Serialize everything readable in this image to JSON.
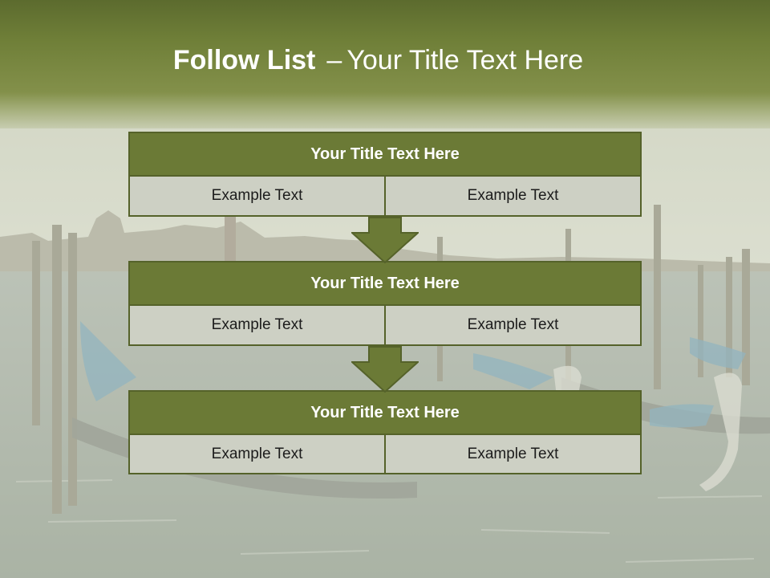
{
  "slide": {
    "title_bold": "Follow List",
    "title_dash": "–",
    "title_rest": "Your Title Text Here"
  },
  "blocks": [
    {
      "title": "Your Title Text Here",
      "left": "Example Text",
      "right": "Example Text"
    },
    {
      "title": "Your Title Text Here",
      "left": "Example Text",
      "right": "Example Text"
    },
    {
      "title": "Your Title Text Here",
      "left": "Example Text",
      "right": "Example Text"
    }
  ],
  "colors": {
    "header": "#6b7a36",
    "block_title": "#6b7a36",
    "cell": "#cdd0c4",
    "border": "#55622a",
    "arrow": "#6b7a36"
  },
  "icons": [
    "down-arrow-icon",
    "down-arrow-icon"
  ]
}
